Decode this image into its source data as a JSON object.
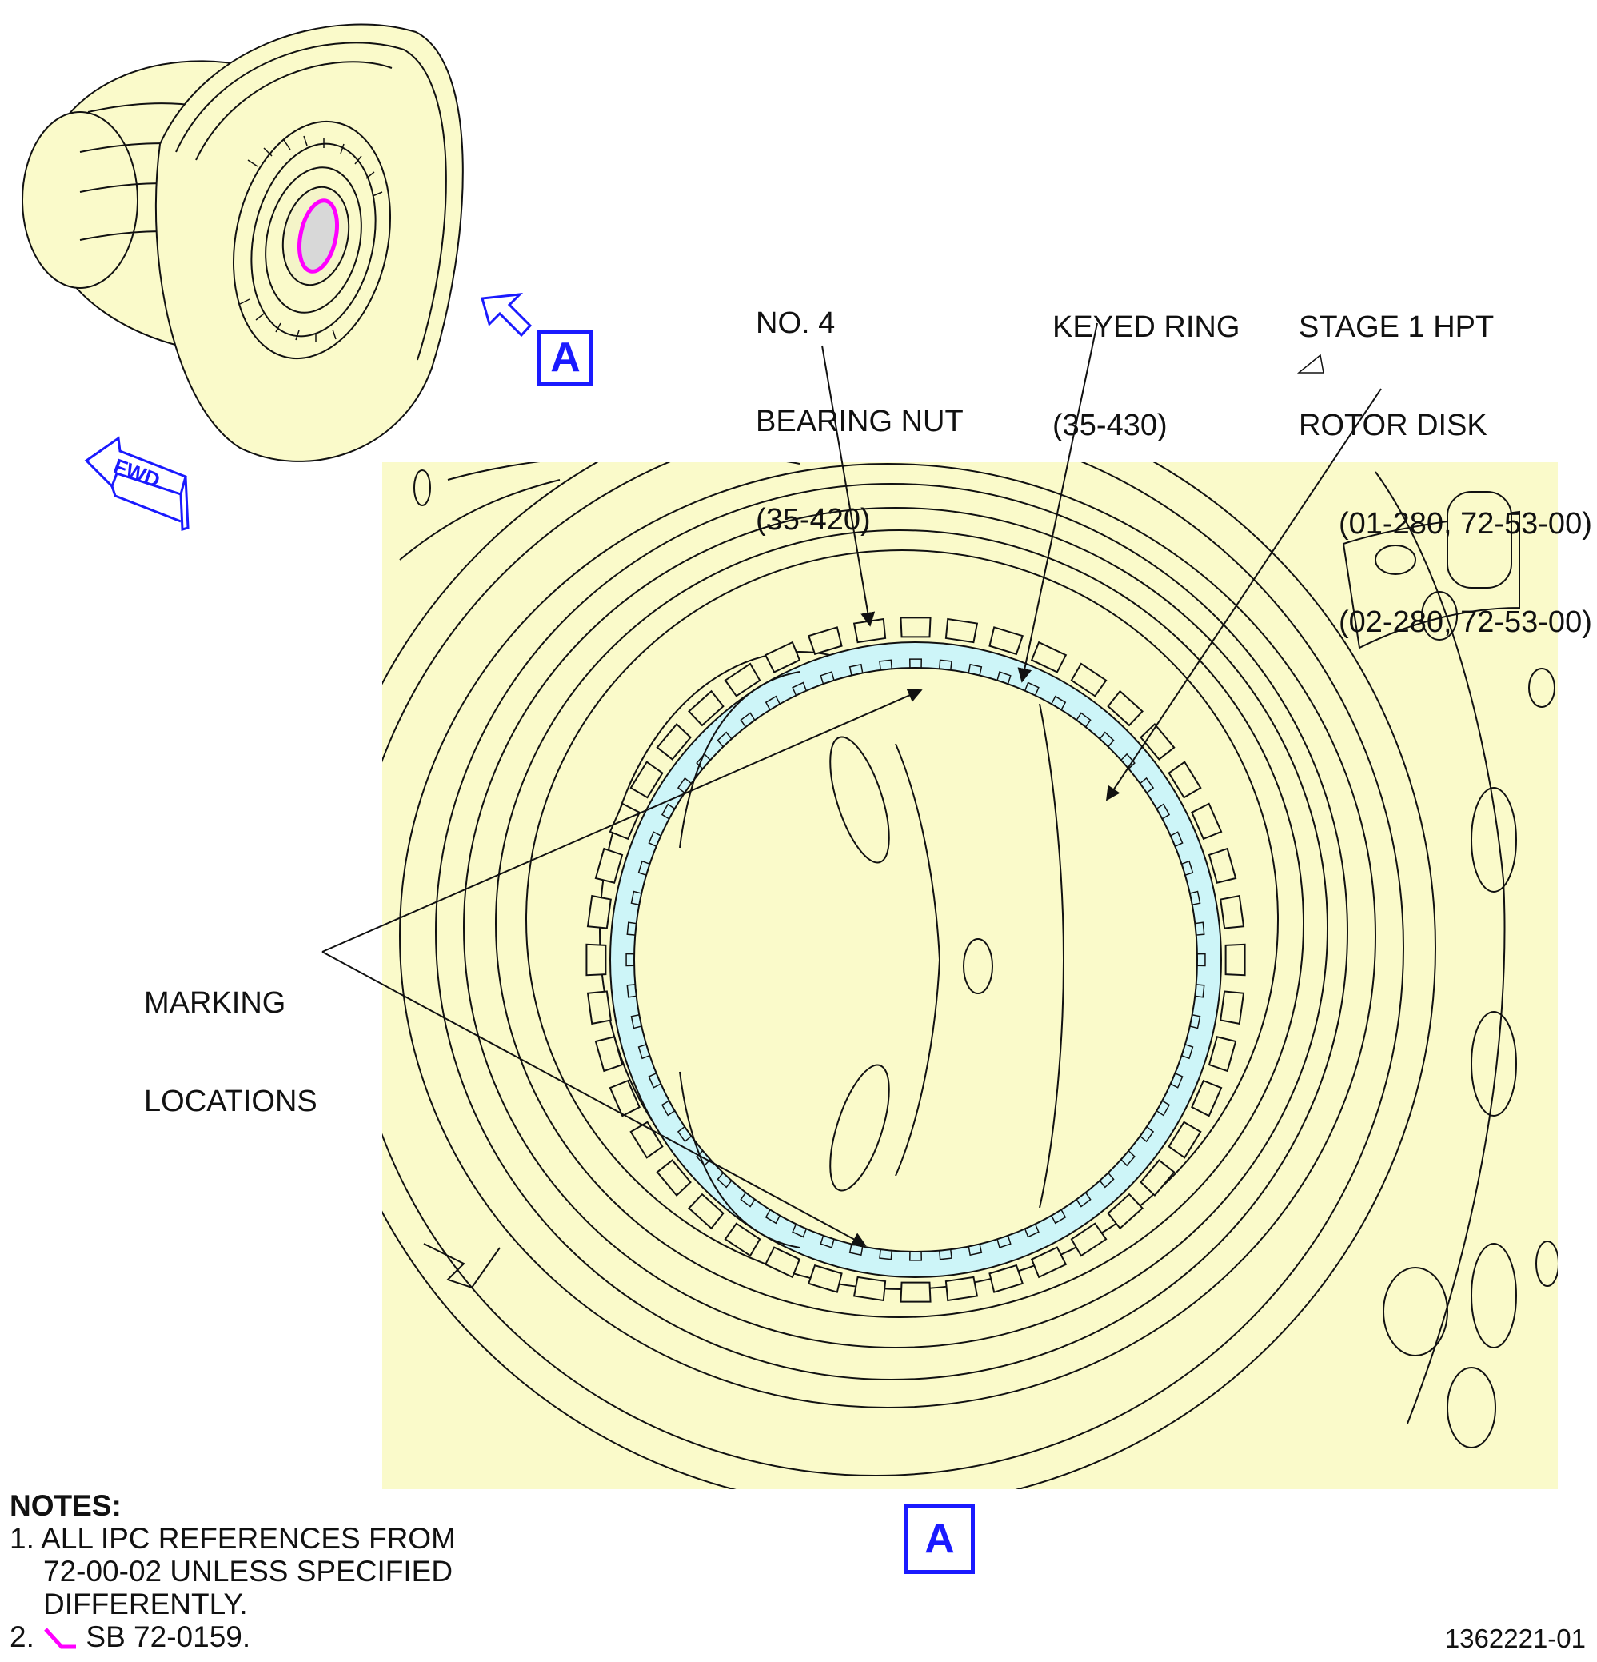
{
  "labels": {
    "bearing_nut": [
      "NO. 4",
      "BEARING NUT",
      "(35-420)"
    ],
    "keyed_ring": [
      "KEYED RING",
      "(35-430)"
    ],
    "rotor_disk": [
      "STAGE 1 HPT",
      "ROTOR DISK",
      "(01-280, 72-53-00)",
      "(02-280, 72-53-00)"
    ],
    "marking": [
      "MARKING",
      "LOCATIONS"
    ]
  },
  "view_callout": "A",
  "fwd_label": "FWD",
  "notes": {
    "heading": "NOTES:",
    "items": [
      {
        "num": "1.",
        "lines": [
          "ALL IPC REFERENCES FROM",
          "72-00-02 UNLESS SPECIFIED",
          "DIFFERENTLY."
        ]
      },
      {
        "num": "2.",
        "text": "SB 72-0159."
      }
    ]
  },
  "figure_id": "1362221-01",
  "colors": {
    "part_fill": "#fafaca",
    "ring_highlight": "#cdf5f8",
    "callout_blue": "#1a1aff",
    "sb_marker": "#ff00ff",
    "line": "#111111"
  }
}
